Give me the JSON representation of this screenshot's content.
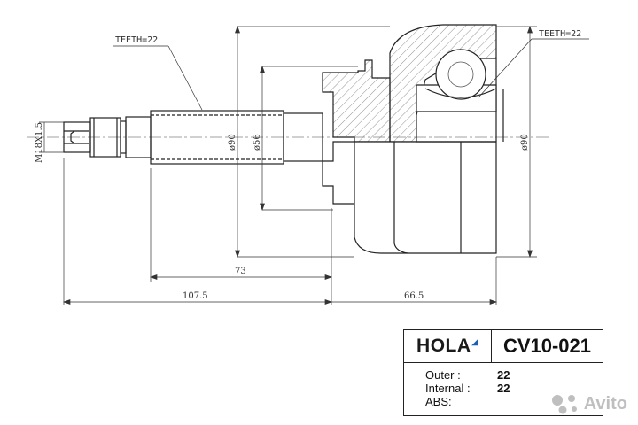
{
  "drawing": {
    "labels": {
      "teeth_left": "TEETH=22",
      "teeth_right": "TEETH=22",
      "thread": "M18X1.5",
      "dia_90_left": "ø90",
      "dia_56": "ø56",
      "dia_90_right": "ø90"
    },
    "dimensions": {
      "d73": "73",
      "d107": "107.5",
      "d66": "66.5"
    }
  },
  "info": {
    "brand": "HOLA",
    "part_number": "CV10-021",
    "rows": [
      {
        "label": "Outer :",
        "value": "22"
      },
      {
        "label": "Internal :",
        "value": "22"
      },
      {
        "label": "ABS:",
        "value": ""
      }
    ]
  },
  "watermark": {
    "text": "Avito",
    "icon": "avito-logo-icon",
    "color": "#aaaaaa"
  },
  "colors": {
    "line": "#222222",
    "hatch": "#555555",
    "brand_mark": "#1a5fb0"
  }
}
